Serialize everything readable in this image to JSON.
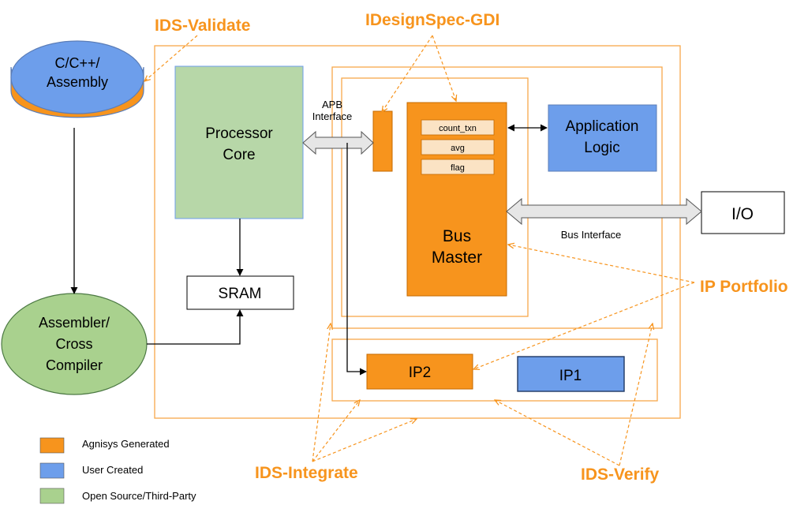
{
  "tools": {
    "validate": "IDS-Validate",
    "gdi": "IDesignSpec-GDI",
    "portfolio": "IP Portfolio",
    "integrate": "IDS-Integrate",
    "verify": "IDS-Verify"
  },
  "blocks": {
    "source_line1": "C/C++/",
    "source_line2": "Assembly",
    "compiler_line1": "Assembler/",
    "compiler_line2": "Cross",
    "compiler_line3": "Compiler",
    "processor_line1": "Processor",
    "processor_line2": "Core",
    "sram": "SRAM",
    "apb_line1": "APB",
    "apb_line2": "Interface",
    "registers": [
      "count_txn",
      "avg",
      "flag"
    ],
    "bus_master_line1": "Bus",
    "bus_master_line2": "Master",
    "app_logic_line1": "Application",
    "app_logic_line2": "Logic",
    "io": "I/O",
    "bus_interface": "Bus Interface",
    "ip2": "IP2",
    "ip1": "IP1"
  },
  "legend": [
    {
      "label": "Agnisys Generated",
      "color": "#f7941d"
    },
    {
      "label": "User Created",
      "color": "#6d9eeb"
    },
    {
      "label": "Open Source/Third-Party",
      "color": "#a9d18e"
    }
  ],
  "colors": {
    "orange": "#f7941d",
    "blue": "#6d9eeb",
    "green": "#b7d7a8",
    "outline": "#f7a84a"
  }
}
